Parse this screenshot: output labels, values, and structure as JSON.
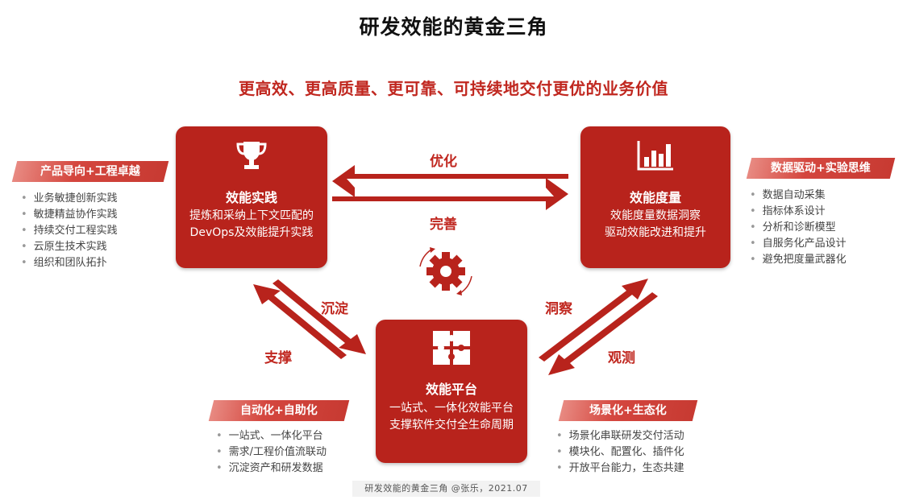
{
  "title": "研发效能的黄金三角",
  "subtitle": "更高效、更高质量、更可靠、可持续地交付更优的业务价值",
  "boxes": {
    "practice": {
      "title": "效能实践",
      "lines": [
        "提炼和采纳上下文匹配的",
        "DevOps及效能提升实践"
      ],
      "icon": "trophy-icon"
    },
    "metrics": {
      "title": "效能度量",
      "lines": [
        "效能度量数据洞察",
        "驱动效能改进和提升"
      ],
      "icon": "bar-chart-icon"
    },
    "platform": {
      "title": "效能平台",
      "lines": [
        "一站式、一体化效能平台",
        "支撑软件交付全生命周期"
      ],
      "icon": "puzzle-icon"
    }
  },
  "connectors": {
    "top_upper": "优化",
    "top_lower": "完善",
    "left_upper": "沉淀",
    "left_lower": "支撑",
    "right_upper": "洞察",
    "right_lower": "观测"
  },
  "side_panels": {
    "product": {
      "tag": "产品导向+工程卓越",
      "items": [
        "业务敏捷创新实践",
        "敏捷精益协作实践",
        "持续交付工程实践",
        "云原生技术实践",
        "组织和团队拓扑"
      ]
    },
    "data": {
      "tag": "数据驱动+实验思维",
      "items": [
        "数据自动采集",
        "指标体系设计",
        "分析和诊断模型",
        "自服务化产品设计",
        "避免把度量武器化"
      ]
    },
    "automation": {
      "tag": "自动化+自助化",
      "items": [
        "一站式、一体化平台",
        "需求/工程价值流联动",
        "沉淀资产和研发数据"
      ]
    },
    "scenario": {
      "tag": "场景化+生态化",
      "items": [
        "场景化串联研发交付活动",
        "模块化、配置化、插件化",
        "开放平台能力，生态共建"
      ]
    }
  },
  "footer": "研发效能的黄金三角 @张乐，2021.07",
  "colors": {
    "primary": "#b8231c",
    "accent_text": "#c0271f"
  },
  "center_icon": "gear-cycle-icon"
}
